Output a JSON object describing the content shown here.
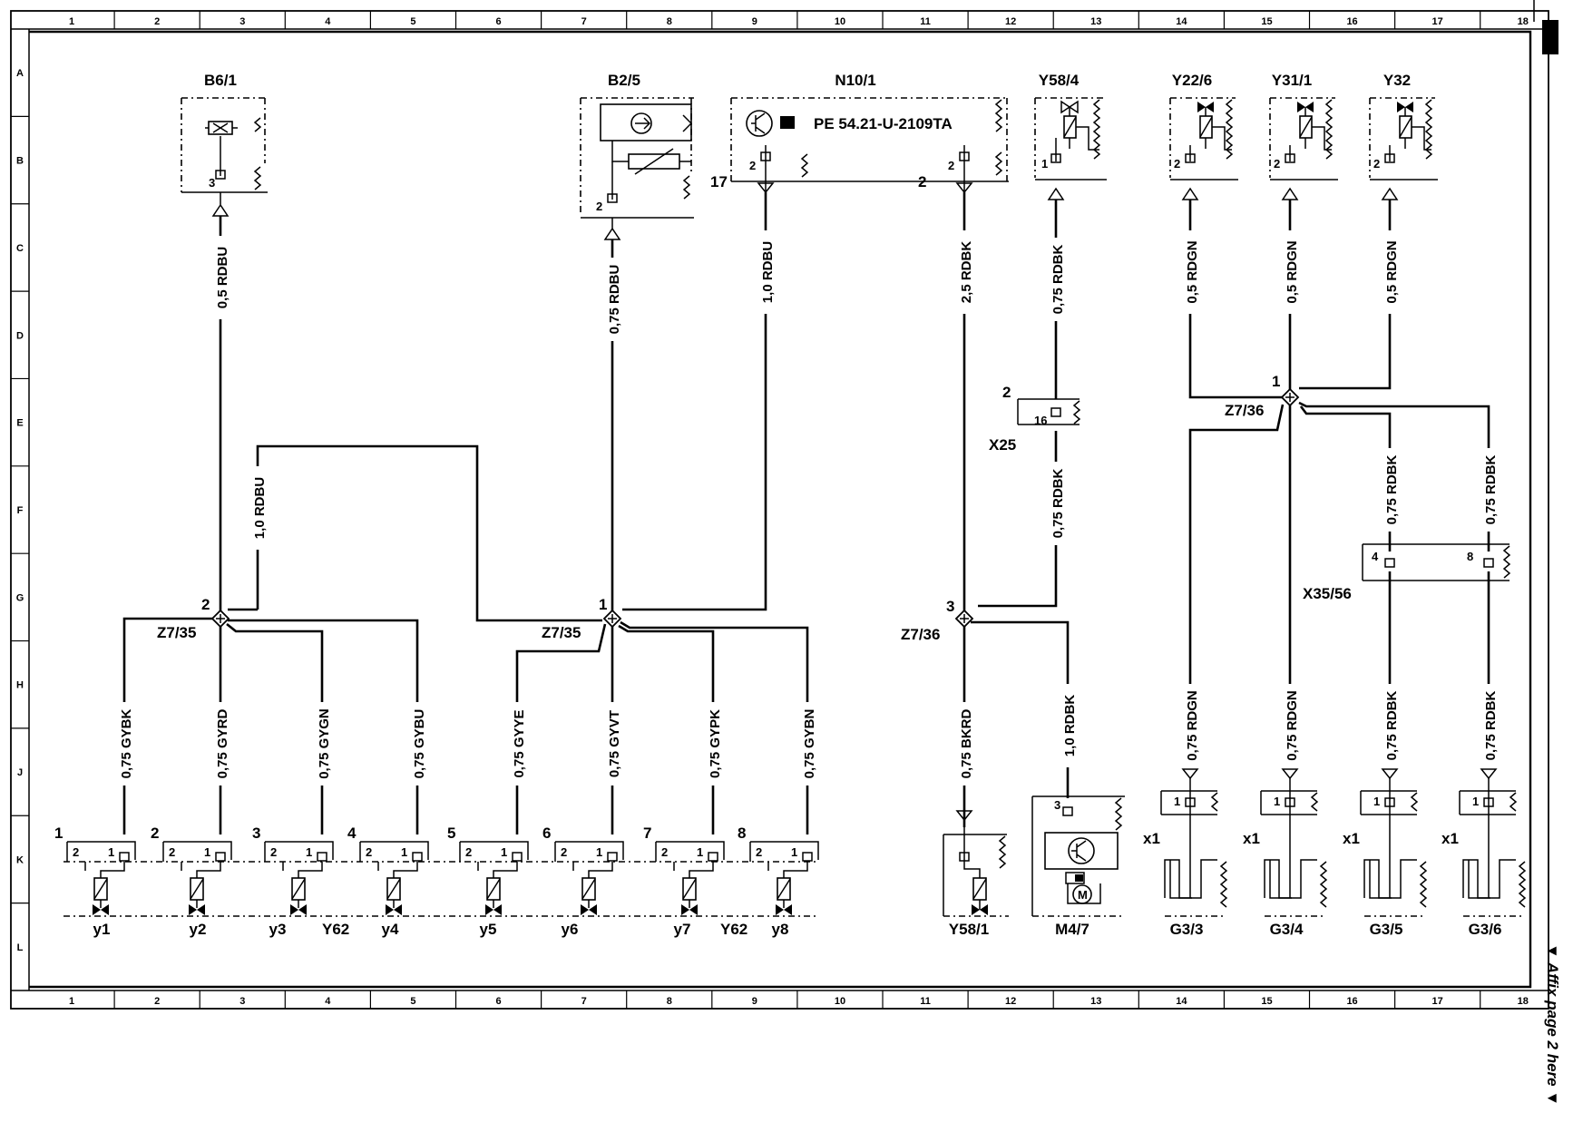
{
  "grid": {
    "columns": [
      "1",
      "2",
      "3",
      "4",
      "5",
      "6",
      "7",
      "8",
      "9",
      "10",
      "11",
      "12",
      "13",
      "14",
      "15",
      "16",
      "17",
      "18"
    ],
    "rows": [
      "A",
      "B",
      "C",
      "D",
      "E",
      "F",
      "G",
      "H",
      "J",
      "K",
      "L"
    ]
  },
  "margin_note": "▼ Affix page 2 here ▼",
  "components": {
    "b6_1": "B6/1",
    "b2_5": "B2/5",
    "n10_1": "N10/1",
    "n10_1_ref": "PE 54.21-U-2109TA",
    "y58_4": "Y58/4",
    "y22_6": "Y22/6",
    "y31_1": "Y31/1",
    "y32": "Y32",
    "x25": "X25",
    "x35_56": "X35/56",
    "y58_1": "Y58/1",
    "m4_7": "M4/7",
    "g3_3": "G3/3",
    "g3_4": "G3/4",
    "g3_5": "G3/5",
    "g3_6": "G3/6",
    "y62": "Y62",
    "valves": [
      "y1",
      "y2",
      "y3",
      "y4",
      "y5",
      "y6",
      "y7",
      "y8"
    ],
    "x1": "x1"
  },
  "splices": {
    "z7_35": "Z7/35",
    "z7_36": "Z7/36"
  },
  "pins": {
    "p1": "1",
    "p2": "2",
    "p3": "3",
    "p4": "4",
    "p5": "5",
    "p6": "6",
    "p7": "7",
    "p8": "8",
    "p16": "16",
    "p17": "17"
  },
  "wires": {
    "b6_1": "0,5 RDBU",
    "b2_5": "0,75 RDBU",
    "n10_1_17": "1,0 RDBU",
    "n10_1_2": "2,5 RDBK",
    "y58_4": "0,75 RDBK",
    "y58_4_lower": "0,75 RDBK",
    "y22_6": "0,5 RDGN",
    "y31_1": "0,5 RDGN",
    "y32": "0,5 RDGN",
    "bridge": "1,0 RDBU",
    "x35_4": "0,75 RDBK",
    "x35_8": "0,75 RDBK",
    "y1": "0,75 GYBK",
    "y2": "0,75 GYRD",
    "y3": "0,75 GYGN",
    "y4": "0,75 GYBU",
    "y5": "0,75 GYYE",
    "y6": "0,75 GYVT",
    "y7": "0,75 GYPK",
    "y8": "0,75 GYBN",
    "y58_1": "0,75 BKRD",
    "m4_7": "1,0 RDBK",
    "g3_3": "0,75 RDGN",
    "g3_4": "0,75 RDGN",
    "g3_5": "0,75 RDBK",
    "g3_6": "0,75 RDBK"
  }
}
